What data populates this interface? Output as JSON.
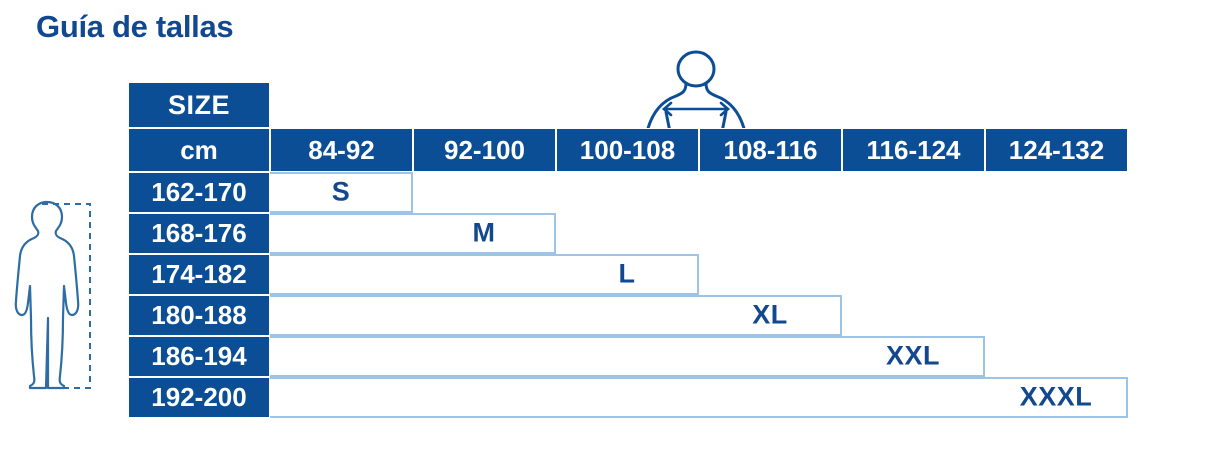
{
  "title": "Guía de tallas",
  "colors": {
    "brand_blue": "#0B4E96",
    "title_blue": "#12488F",
    "outline_blue": "#9DC3E6",
    "label_blue": "#12488F"
  },
  "table": {
    "corner_header": "SIZE",
    "unit_header": "cm",
    "chest_ranges": [
      "84-92",
      "92-100",
      "100-108",
      "108-116",
      "116-124",
      "124-132"
    ],
    "height_ranges": [
      "162-170",
      "168-176",
      "174-182",
      "180-188",
      "186-194",
      "192-200"
    ],
    "sizes": [
      "S",
      "M",
      "L",
      "XL",
      "XXL",
      "XXXL"
    ]
  },
  "icons": {
    "chest_figure": "torso-chest-measure-icon",
    "height_figure": "standing-person-height-icon"
  },
  "chart_data": {
    "type": "table",
    "title": "Guía de tallas",
    "xlabel": "Chest circumference (cm)",
    "ylabel": "Body height (cm)",
    "categories": [
      "84-92",
      "92-100",
      "100-108",
      "108-116",
      "116-124",
      "124-132"
    ],
    "rows": [
      "162-170",
      "168-176",
      "174-182",
      "180-188",
      "186-194",
      "192-200"
    ],
    "mapping": [
      {
        "height_cm": "162-170",
        "chest_cm": "84-92",
        "size": "S"
      },
      {
        "height_cm": "168-176",
        "chest_cm": "92-100",
        "size": "M"
      },
      {
        "height_cm": "174-182",
        "chest_cm": "100-108",
        "size": "L"
      },
      {
        "height_cm": "180-188",
        "chest_cm": "108-116",
        "size": "XL"
      },
      {
        "height_cm": "186-194",
        "chest_cm": "116-124",
        "size": "XXL"
      },
      {
        "height_cm": "192-200",
        "chest_cm": "124-132",
        "size": "XXXL"
      }
    ]
  }
}
